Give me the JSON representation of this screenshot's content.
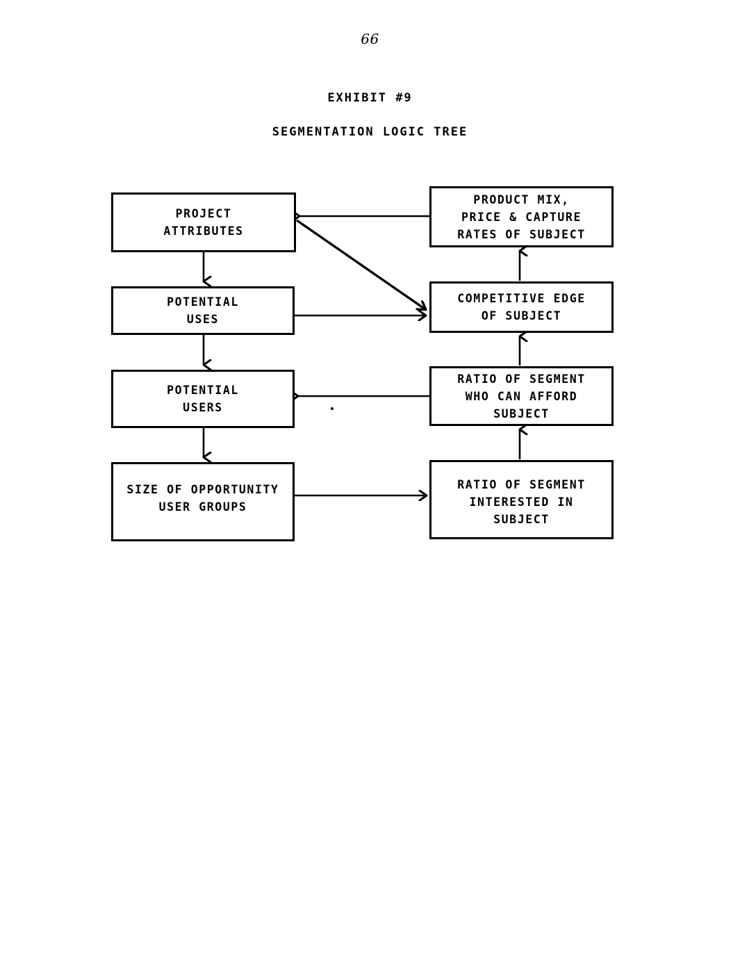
{
  "page": {
    "number": "66",
    "exhibit_label": "EXHIBIT #9",
    "title": "SEGMENTATION LOGIC TREE"
  },
  "diagram": {
    "type": "flowchart",
    "nodes": [
      {
        "id": "project-attributes",
        "label": "PROJECT\nATTRIBUTES",
        "column": "left",
        "row": 1
      },
      {
        "id": "potential-uses",
        "label": "POTENTIAL\nUSES",
        "column": "left",
        "row": 2
      },
      {
        "id": "potential-users",
        "label": "POTENTIAL\nUSERS",
        "column": "left",
        "row": 3
      },
      {
        "id": "size-opportunity",
        "label": "SIZE OF OPPORTUNITY\nUSER GROUPS",
        "column": "left",
        "row": 4
      },
      {
        "id": "product-mix",
        "label": "PRODUCT MIX,\nPRICE & CAPTURE\nRATES OF SUBJECT",
        "column": "right",
        "row": 1
      },
      {
        "id": "competitive-edge",
        "label": "COMPETITIVE EDGE\nOF SUBJECT",
        "column": "right",
        "row": 2
      },
      {
        "id": "ratio-afford",
        "label": "RATIO OF SEGMENT\nWHO CAN AFFORD\nSUBJECT",
        "column": "right",
        "row": 3
      },
      {
        "id": "ratio-interested",
        "label": "RATIO OF SEGMENT\nINTERESTED IN\nSUBJECT",
        "column": "right",
        "row": 4
      }
    ],
    "edges": [
      {
        "from": "project-attributes",
        "to": "potential-uses",
        "direction": "down"
      },
      {
        "from": "potential-uses",
        "to": "potential-users",
        "direction": "down"
      },
      {
        "from": "potential-users",
        "to": "size-opportunity",
        "direction": "down"
      },
      {
        "from": "size-opportunity",
        "to": "ratio-interested",
        "direction": "right"
      },
      {
        "from": "ratio-interested",
        "to": "ratio-afford",
        "direction": "up"
      },
      {
        "from": "ratio-afford",
        "to": "potential-users",
        "direction": "left"
      },
      {
        "from": "ratio-afford",
        "to": "competitive-edge",
        "direction": "up"
      },
      {
        "from": "potential-uses",
        "to": "competitive-edge",
        "direction": "right"
      },
      {
        "from": "project-attributes",
        "to": "competitive-edge",
        "direction": "diagonal-down-right"
      },
      {
        "from": "competitive-edge",
        "to": "product-mix",
        "direction": "up"
      },
      {
        "from": "product-mix",
        "to": "project-attributes",
        "direction": "left"
      }
    ],
    "colors": {
      "stroke": "#000000",
      "background": "#ffffff"
    }
  }
}
